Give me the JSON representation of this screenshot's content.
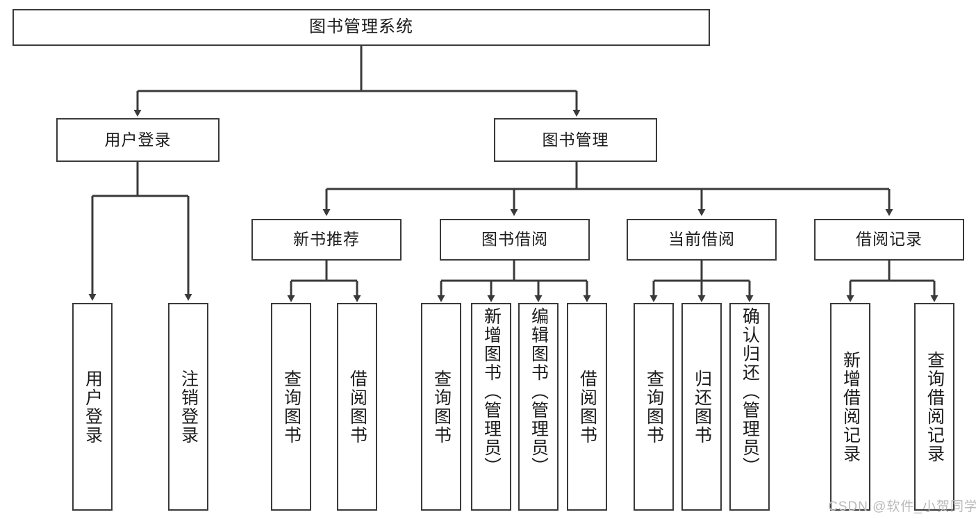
{
  "diagram": {
    "title": "图书管理系统",
    "type": "tree-hierarchy-diagram",
    "root": {
      "label": "图书管理系统"
    },
    "level2": [
      {
        "label": "用户登录"
      },
      {
        "label": "图书管理"
      }
    ],
    "level3": [
      {
        "label": "新书推荐"
      },
      {
        "label": "图书借阅"
      },
      {
        "label": "当前借阅"
      },
      {
        "label": "借阅记录"
      }
    ],
    "leaves": {
      "user_login": [
        {
          "label": "用户登录"
        },
        {
          "label": "注销登录"
        }
      ],
      "new_book_recommend": [
        {
          "label": "查询图书"
        },
        {
          "label": "借阅图书"
        }
      ],
      "book_borrow": [
        {
          "label": "查询图书"
        },
        {
          "label": "新增图书（管理员）"
        },
        {
          "label": "编辑图书（管理员）"
        },
        {
          "label": "借阅图书"
        }
      ],
      "current_borrow": [
        {
          "label": "查询图书"
        },
        {
          "label": "归还图书"
        },
        {
          "label": "确认归还（管理员）"
        }
      ],
      "borrow_record": [
        {
          "label": "新增借阅记录"
        },
        {
          "label": "查询借阅记录"
        }
      ]
    }
  },
  "watermark": {
    "text": "CSDN @软件_小贺同学"
  },
  "colors": {
    "stroke": "#3a3a3a",
    "text": "#1b1b1b",
    "background": "#ffffff",
    "watermark": "#b9b9b9"
  }
}
